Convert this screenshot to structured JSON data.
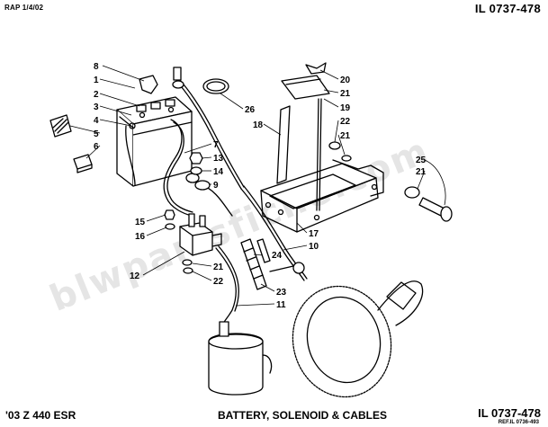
{
  "header": {
    "rev": "RAP 1/4/02",
    "illustration_id": "IL 0737-478"
  },
  "footer": {
    "model": "'03 Z 440 ESR",
    "title": "BATTERY, SOLENOID & CABLES",
    "illustration_id": "IL 0737-478",
    "ref": "REF.IL 0736-493"
  },
  "watermark": "blwpartsfiche.com",
  "callouts": [
    {
      "key": "c8",
      "text": "8"
    },
    {
      "key": "c1",
      "text": "1"
    },
    {
      "key": "c2",
      "text": "2"
    },
    {
      "key": "c3",
      "text": "3"
    },
    {
      "key": "c4",
      "text": "4"
    },
    {
      "key": "c5",
      "text": "5"
    },
    {
      "key": "c6",
      "text": "6"
    },
    {
      "key": "c7",
      "text": "7"
    },
    {
      "key": "c13",
      "text": "13"
    },
    {
      "key": "c14",
      "text": "14"
    },
    {
      "key": "c9",
      "text": "9"
    },
    {
      "key": "c15",
      "text": "15"
    },
    {
      "key": "c16",
      "text": "16"
    },
    {
      "key": "c12",
      "text": "12"
    },
    {
      "key": "c21a",
      "text": "21"
    },
    {
      "key": "c22a",
      "text": "22"
    },
    {
      "key": "c26",
      "text": "26"
    },
    {
      "key": "c18",
      "text": "18"
    },
    {
      "key": "c20",
      "text": "20"
    },
    {
      "key": "c21b",
      "text": "21"
    },
    {
      "key": "c19",
      "text": "19"
    },
    {
      "key": "c22b",
      "text": "22"
    },
    {
      "key": "c21c",
      "text": "21"
    },
    {
      "key": "c25",
      "text": "25"
    },
    {
      "key": "c21d",
      "text": "21"
    },
    {
      "key": "c17",
      "text": "17"
    },
    {
      "key": "c10",
      "text": "10"
    },
    {
      "key": "c24",
      "text": "24"
    },
    {
      "key": "c23",
      "text": "23"
    },
    {
      "key": "c11",
      "text": "11"
    }
  ]
}
